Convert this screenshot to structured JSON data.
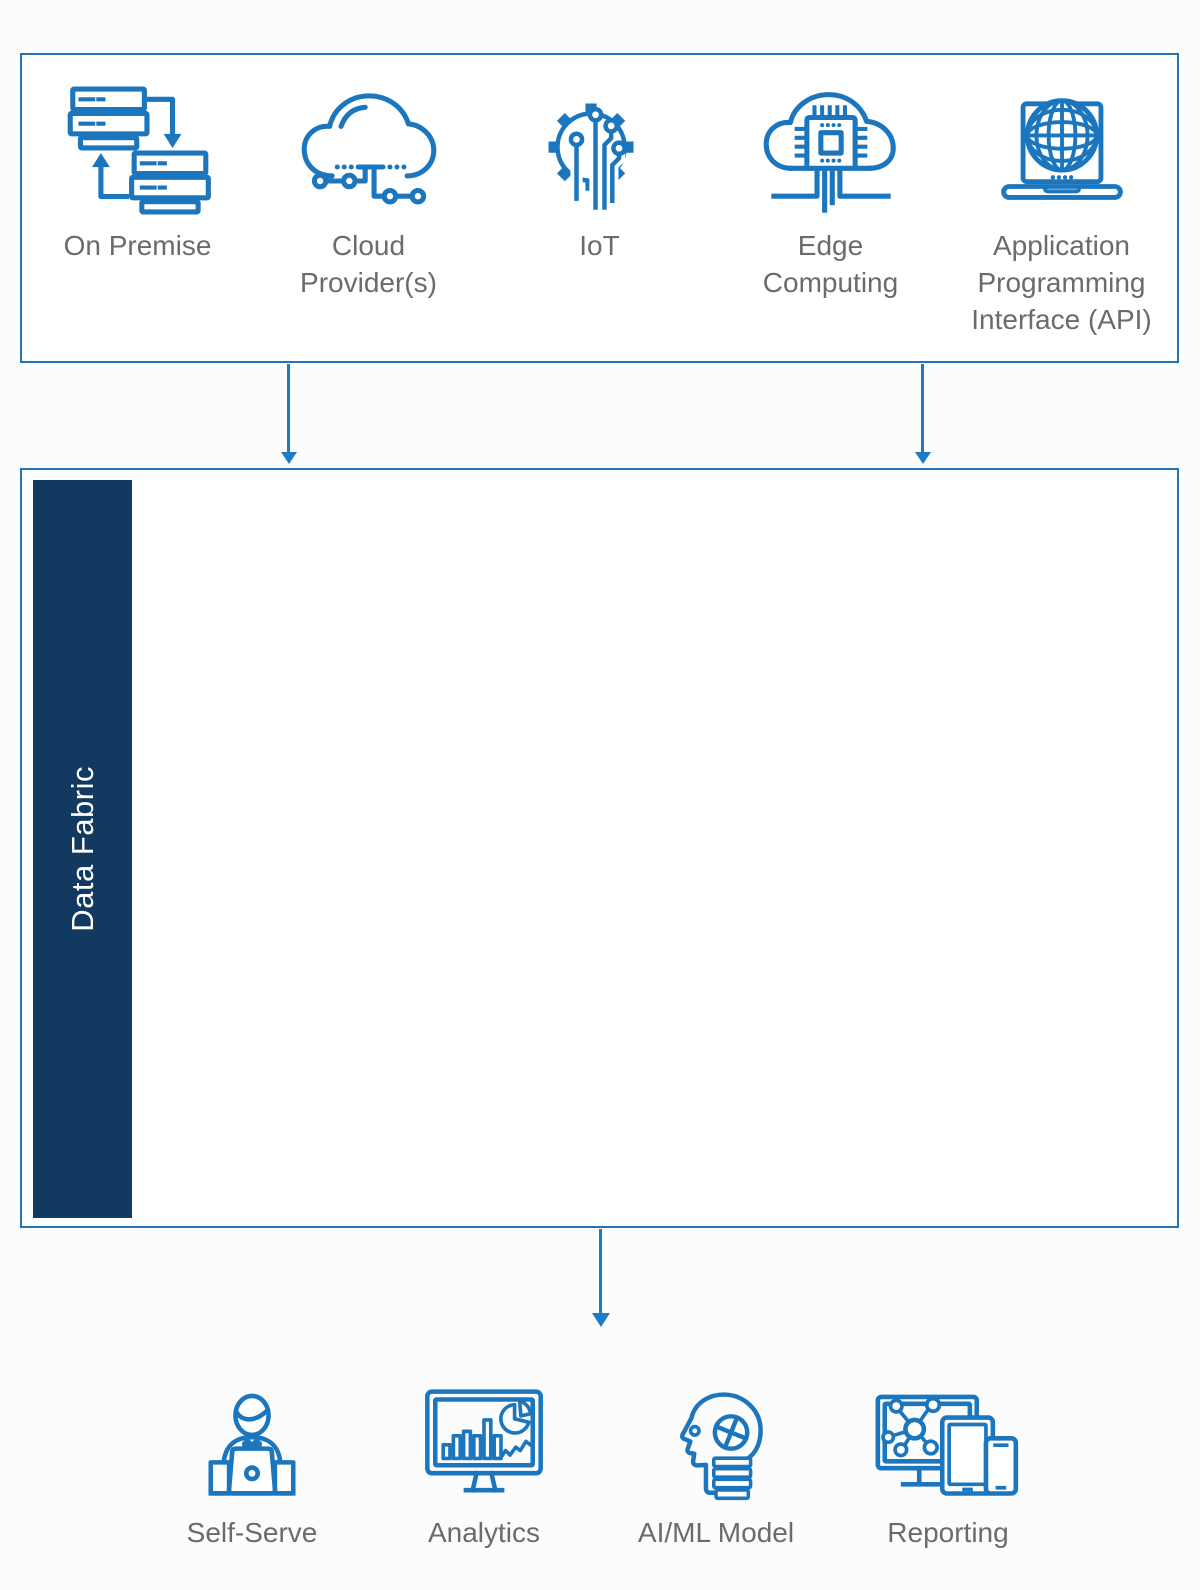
{
  "diagram": {
    "title": "Data Fabric architecture diagram",
    "sources_box": {
      "items": [
        {
          "label": "On Premise",
          "icon": "on-premise-icon"
        },
        {
          "label": "Cloud\nProvider(s)",
          "icon": "cloud-providers-icon"
        },
        {
          "label": "IoT",
          "icon": "iot-icon"
        },
        {
          "label": "Edge\nComputing",
          "icon": "edge-computing-icon"
        },
        {
          "label": "Application\nProgramming\nInterface (API)",
          "icon": "api-icon"
        }
      ]
    },
    "fabric_box": {
      "label": "Data Fabric"
    },
    "outputs": {
      "items": [
        {
          "label": "Self-Serve",
          "icon": "self-serve-icon"
        },
        {
          "label": "Analytics",
          "icon": "analytics-icon"
        },
        {
          "label": "AI/ML Model",
          "icon": "ai-ml-model-icon"
        },
        {
          "label": "Reporting",
          "icon": "reporting-icon"
        }
      ]
    },
    "colors": {
      "icon_blue": "#1c76bd",
      "box_border_blue": "#2273b8",
      "arrow_blue": "#1f7bc3",
      "fabric_navy": "#123a60",
      "label_gray": "#6a6b6e",
      "background": "#fcfcfd"
    }
  }
}
